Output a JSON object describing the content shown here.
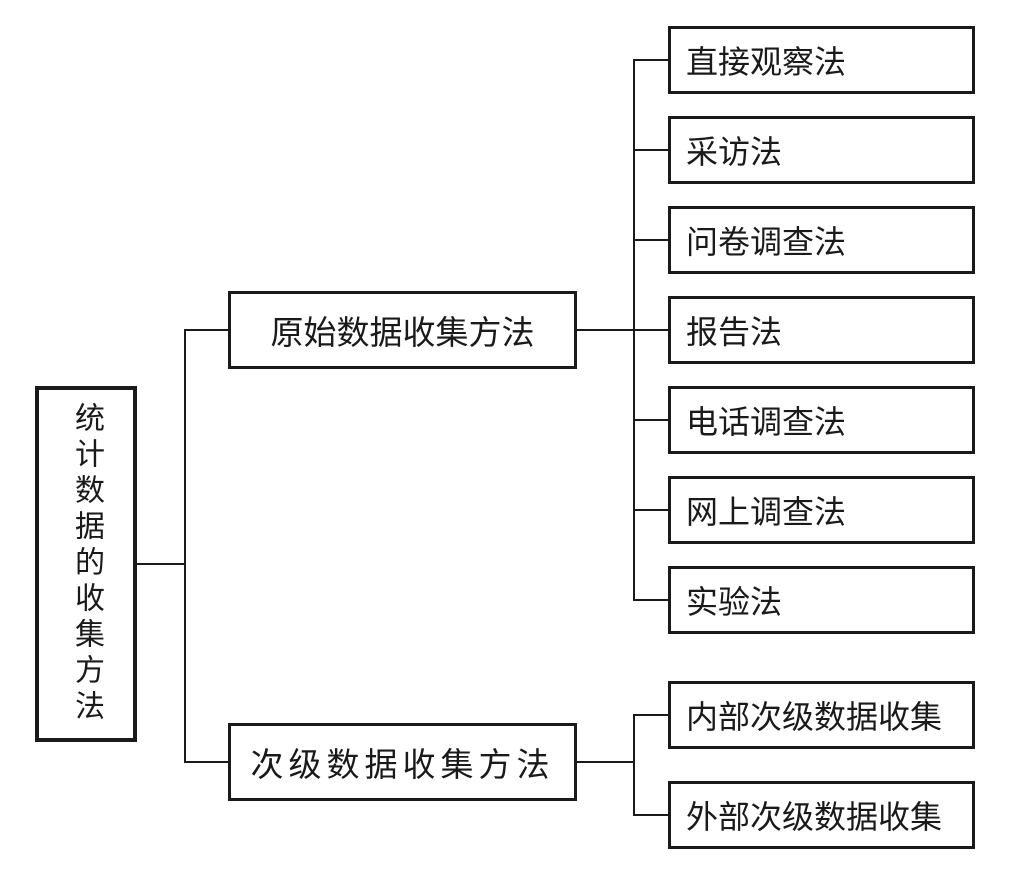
{
  "diagram": {
    "root": {
      "label": "统计数据的收集方法"
    },
    "branches": [
      {
        "label": "原始数据收集方法",
        "children": [
          {
            "label": "直接观察法"
          },
          {
            "label": "采访法"
          },
          {
            "label": "问卷调查法"
          },
          {
            "label": "报告法"
          },
          {
            "label": "电话调查法"
          },
          {
            "label": "网上调查法"
          },
          {
            "label": "实验法"
          }
        ]
      },
      {
        "label": "次级数据收集方法",
        "children": [
          {
            "label": "内部次级数据收集"
          },
          {
            "label": "外部次级数据收集"
          }
        ]
      }
    ]
  },
  "colors": {
    "background": "#ffffff",
    "line": "#1a1a1a",
    "box_border": "#1a1a1a",
    "text": "#1a1a1a"
  }
}
